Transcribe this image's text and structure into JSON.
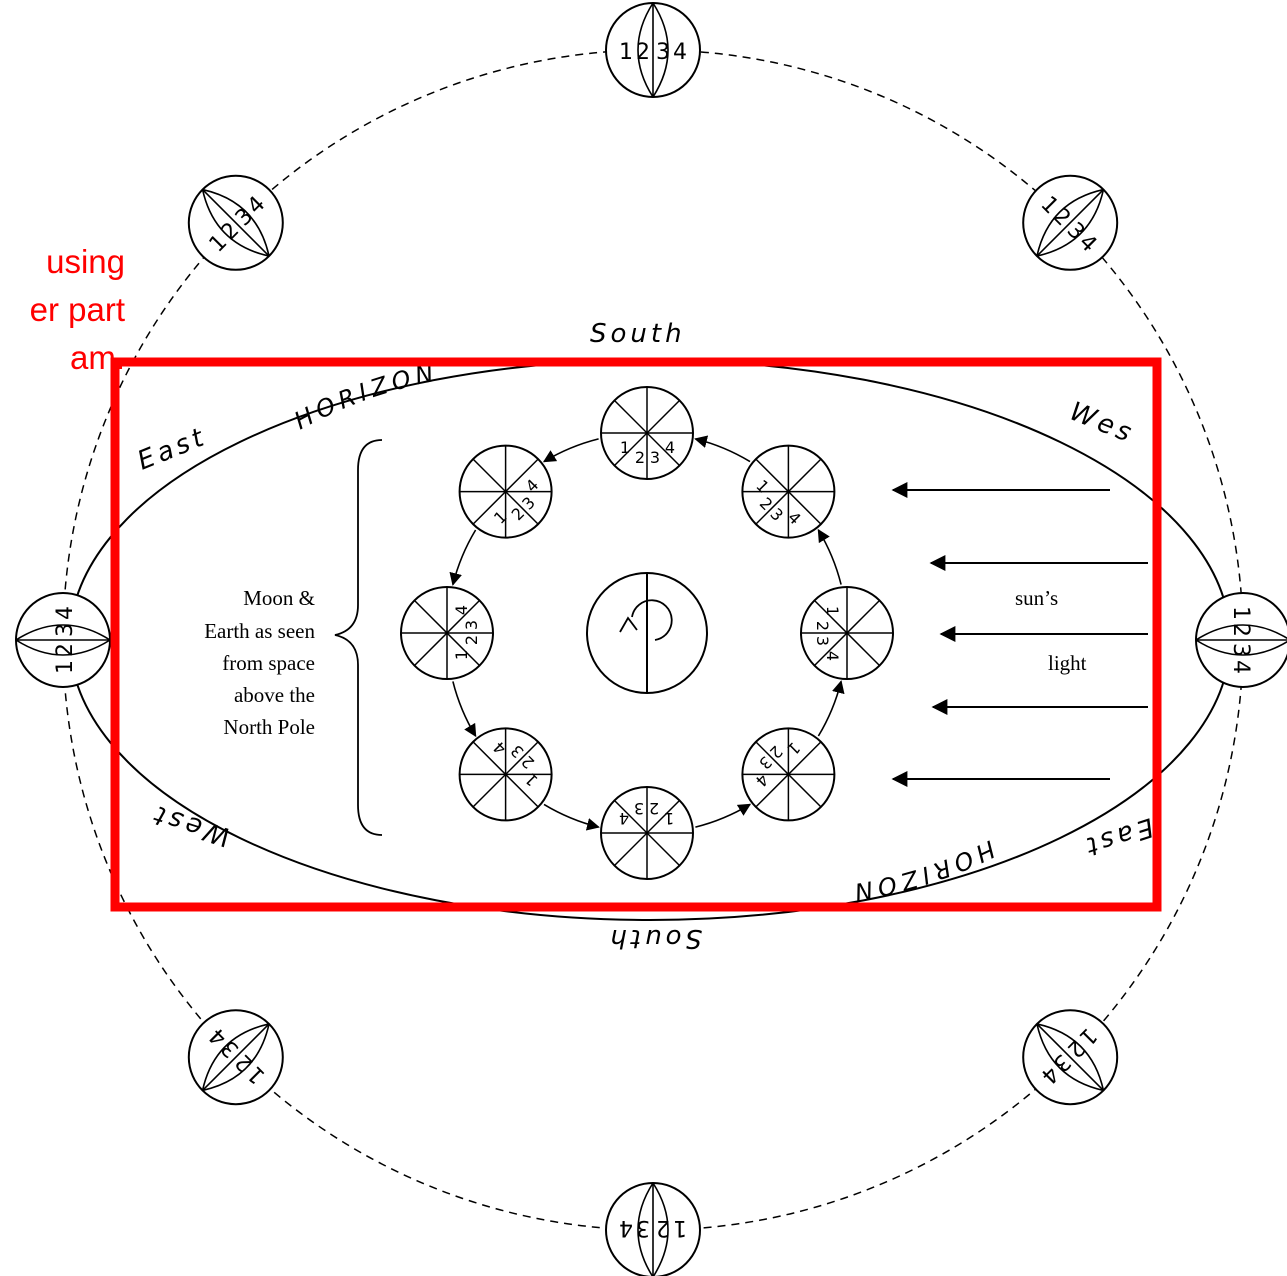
{
  "note": {
    "lines": [
      "using",
      "er part",
      "am."
    ],
    "color": "#ff0000"
  },
  "horizon": {
    "label": "HORIZON",
    "south": "South",
    "east": "East",
    "west": "West",
    "west_cut": "Wes"
  },
  "center_caption": {
    "lines": [
      "Moon &",
      "Earth as seen",
      "from space",
      "above the",
      "North Pole"
    ]
  },
  "sunlight": {
    "line1": "sun’s",
    "line2": "light"
  },
  "moon_quarter_numbers": [
    "1",
    "2",
    "3",
    "4"
  ],
  "highlight_color": "#ff0000"
}
